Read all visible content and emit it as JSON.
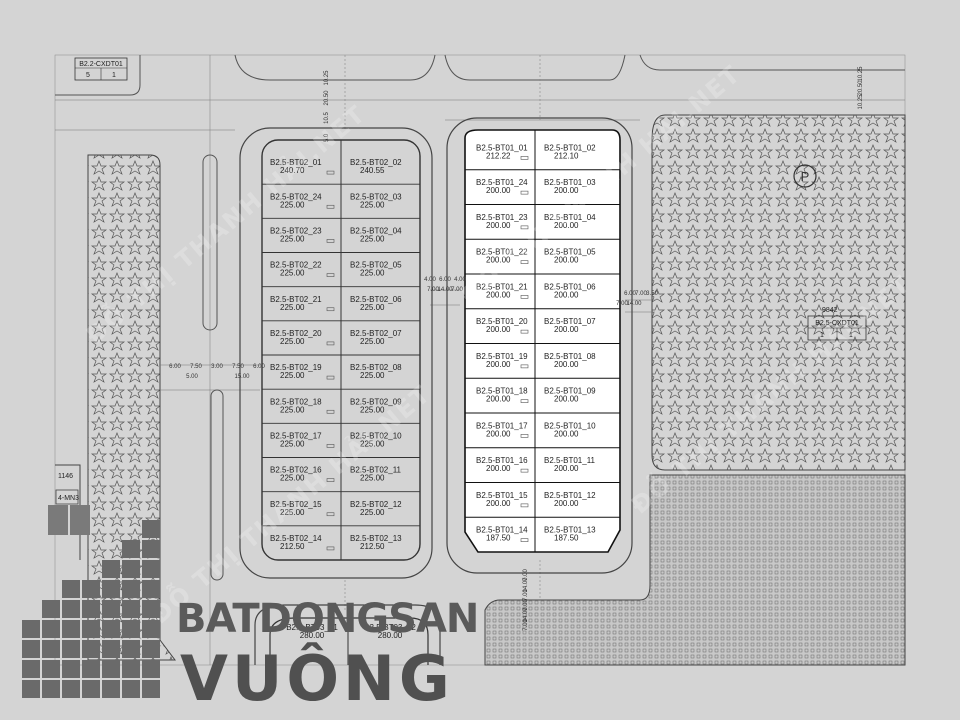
{
  "colors": {
    "background": "#d4d4d4",
    "line": "#555555",
    "highlight_fill": "#ffffff",
    "logo": "#555555"
  },
  "block_bt02": {
    "lots_left": [
      {
        "name": "B2.5-BT02_01",
        "area": "240.70"
      },
      {
        "name": "B2.5-BT02_24",
        "area": "225.00"
      },
      {
        "name": "B2.5-BT02_23",
        "area": "225.00"
      },
      {
        "name": "B2.5-BT02_22",
        "area": "225.00"
      },
      {
        "name": "B2.5-BT02_21",
        "area": "225.00"
      },
      {
        "name": "B2.5-BT02_20",
        "area": "225.00"
      },
      {
        "name": "B2.5-BT02_19",
        "area": "225.00"
      },
      {
        "name": "B2.5-BT02_18",
        "area": "225.00"
      },
      {
        "name": "B2.5-BT02_17",
        "area": "225.00"
      },
      {
        "name": "B2.5-BT02_16",
        "area": "225.00"
      },
      {
        "name": "B2.5-BT02_15",
        "area": "225.00"
      },
      {
        "name": "B2.5-BT02_14",
        "area": "212.50"
      }
    ],
    "lots_right": [
      {
        "name": "B2.5-BT02_02",
        "area": "240.55"
      },
      {
        "name": "B2.5-BT02_03",
        "area": "225.00"
      },
      {
        "name": "B2.5-BT02_04",
        "area": "225.00"
      },
      {
        "name": "B2.5-BT02_05",
        "area": "225.00"
      },
      {
        "name": "B2.5-BT02_06",
        "area": "225.00"
      },
      {
        "name": "B2.5-BT02_07",
        "area": "225.00"
      },
      {
        "name": "B2.5-BT02_08",
        "area": "225.00"
      },
      {
        "name": "B2.5-BT02_09",
        "area": "225.00"
      },
      {
        "name": "B2.5-BT02_10",
        "area": "225.00"
      },
      {
        "name": "B2.5-BT02_11",
        "area": "225.00"
      },
      {
        "name": "B2.5-BT02_12",
        "area": "225.00"
      },
      {
        "name": "B2.5-BT02_13",
        "area": "212.50"
      }
    ]
  },
  "block_bt01": {
    "lots_left": [
      {
        "name": "B2.5-BT01_01",
        "area": "212.22"
      },
      {
        "name": "B2.5-BT01_24",
        "area": "200.00"
      },
      {
        "name": "B2.5-BT01_23",
        "area": "200.00"
      },
      {
        "name": "B2.5-BT01_22",
        "area": "200.00"
      },
      {
        "name": "B2.5-BT01_21",
        "area": "200.00"
      },
      {
        "name": "B2.5-BT01_20",
        "area": "200.00"
      },
      {
        "name": "B2.5-BT01_19",
        "area": "200.00"
      },
      {
        "name": "B2.5-BT01_18",
        "area": "200.00"
      },
      {
        "name": "B2.5-BT01_17",
        "area": "200.00"
      },
      {
        "name": "B2.5-BT01_16",
        "area": "200.00"
      },
      {
        "name": "B2.5-BT01_15",
        "area": "200.00"
      },
      {
        "name": "B2.5-BT01_14",
        "area": "187.50"
      }
    ],
    "lots_right": [
      {
        "name": "B2.5-BT01_02",
        "area": "212.10"
      },
      {
        "name": "B2.5-BT01_03",
        "area": "200.00"
      },
      {
        "name": "B2.5-BT01_04",
        "area": "200.00"
      },
      {
        "name": "B2.5-BT01_05",
        "area": "200.00"
      },
      {
        "name": "B2.5-BT01_06",
        "area": "200.00"
      },
      {
        "name": "B2.5-BT01_07",
        "area": "200.00"
      },
      {
        "name": "B2.5-BT01_08",
        "area": "200.00"
      },
      {
        "name": "B2.5-BT01_09",
        "area": "200.00"
      },
      {
        "name": "B2.5-BT01_10",
        "area": "200.00"
      },
      {
        "name": "B2.5-BT01_11",
        "area": "200.00"
      },
      {
        "name": "B2.5-BT01_12",
        "area": "200.00"
      },
      {
        "name": "B2.5-BT01_13",
        "area": "187.50"
      }
    ]
  },
  "block_bt03": {
    "lots": [
      {
        "name": "B2.5-BT03_01",
        "area": "280.00"
      },
      {
        "name": "B2.5-BT03_02",
        "area": "280.00"
      }
    ]
  },
  "parcels": {
    "top_left_tag": "B2.2-CXDT01",
    "top_left_cells": [
      "5",
      "1"
    ],
    "left_area": "1146",
    "left_tag": "4-MN3",
    "right_area": "9842",
    "right_tag": "B2.5-CXDT01",
    "right_cells": [
      "1",
      "1"
    ],
    "parking_symbol": "P"
  },
  "dimensions": {
    "road_left": [
      "6.00",
      "7.50",
      "3.00",
      "7.50",
      "6.00"
    ],
    "road_left_sub": [
      "5.00",
      "15.00"
    ],
    "between_blocks": [
      "4.00",
      "6.00",
      "4.00"
    ],
    "between_blocks_sub": [
      "7.00",
      "14.00",
      "7.00"
    ],
    "right_road": [
      "6.00",
      "7.00",
      "3.50"
    ],
    "right_road_sub": [
      "7.00",
      "14.00"
    ],
    "top_vertical": [
      "5.0",
      "10.5",
      "20.50",
      "10.25"
    ],
    "top_right_vertical": [
      "10.25",
      "20.50",
      "10.25"
    ],
    "bottom_vertical": [
      "7.00",
      "14.00",
      "7.00",
      "7.00",
      "14.00",
      "7.00"
    ]
  },
  "watermark": "ĐỖ THỊ THANH HẢI.NET",
  "brand": {
    "line1": "BATDONGSAN",
    "line2": "VUÔNG"
  }
}
